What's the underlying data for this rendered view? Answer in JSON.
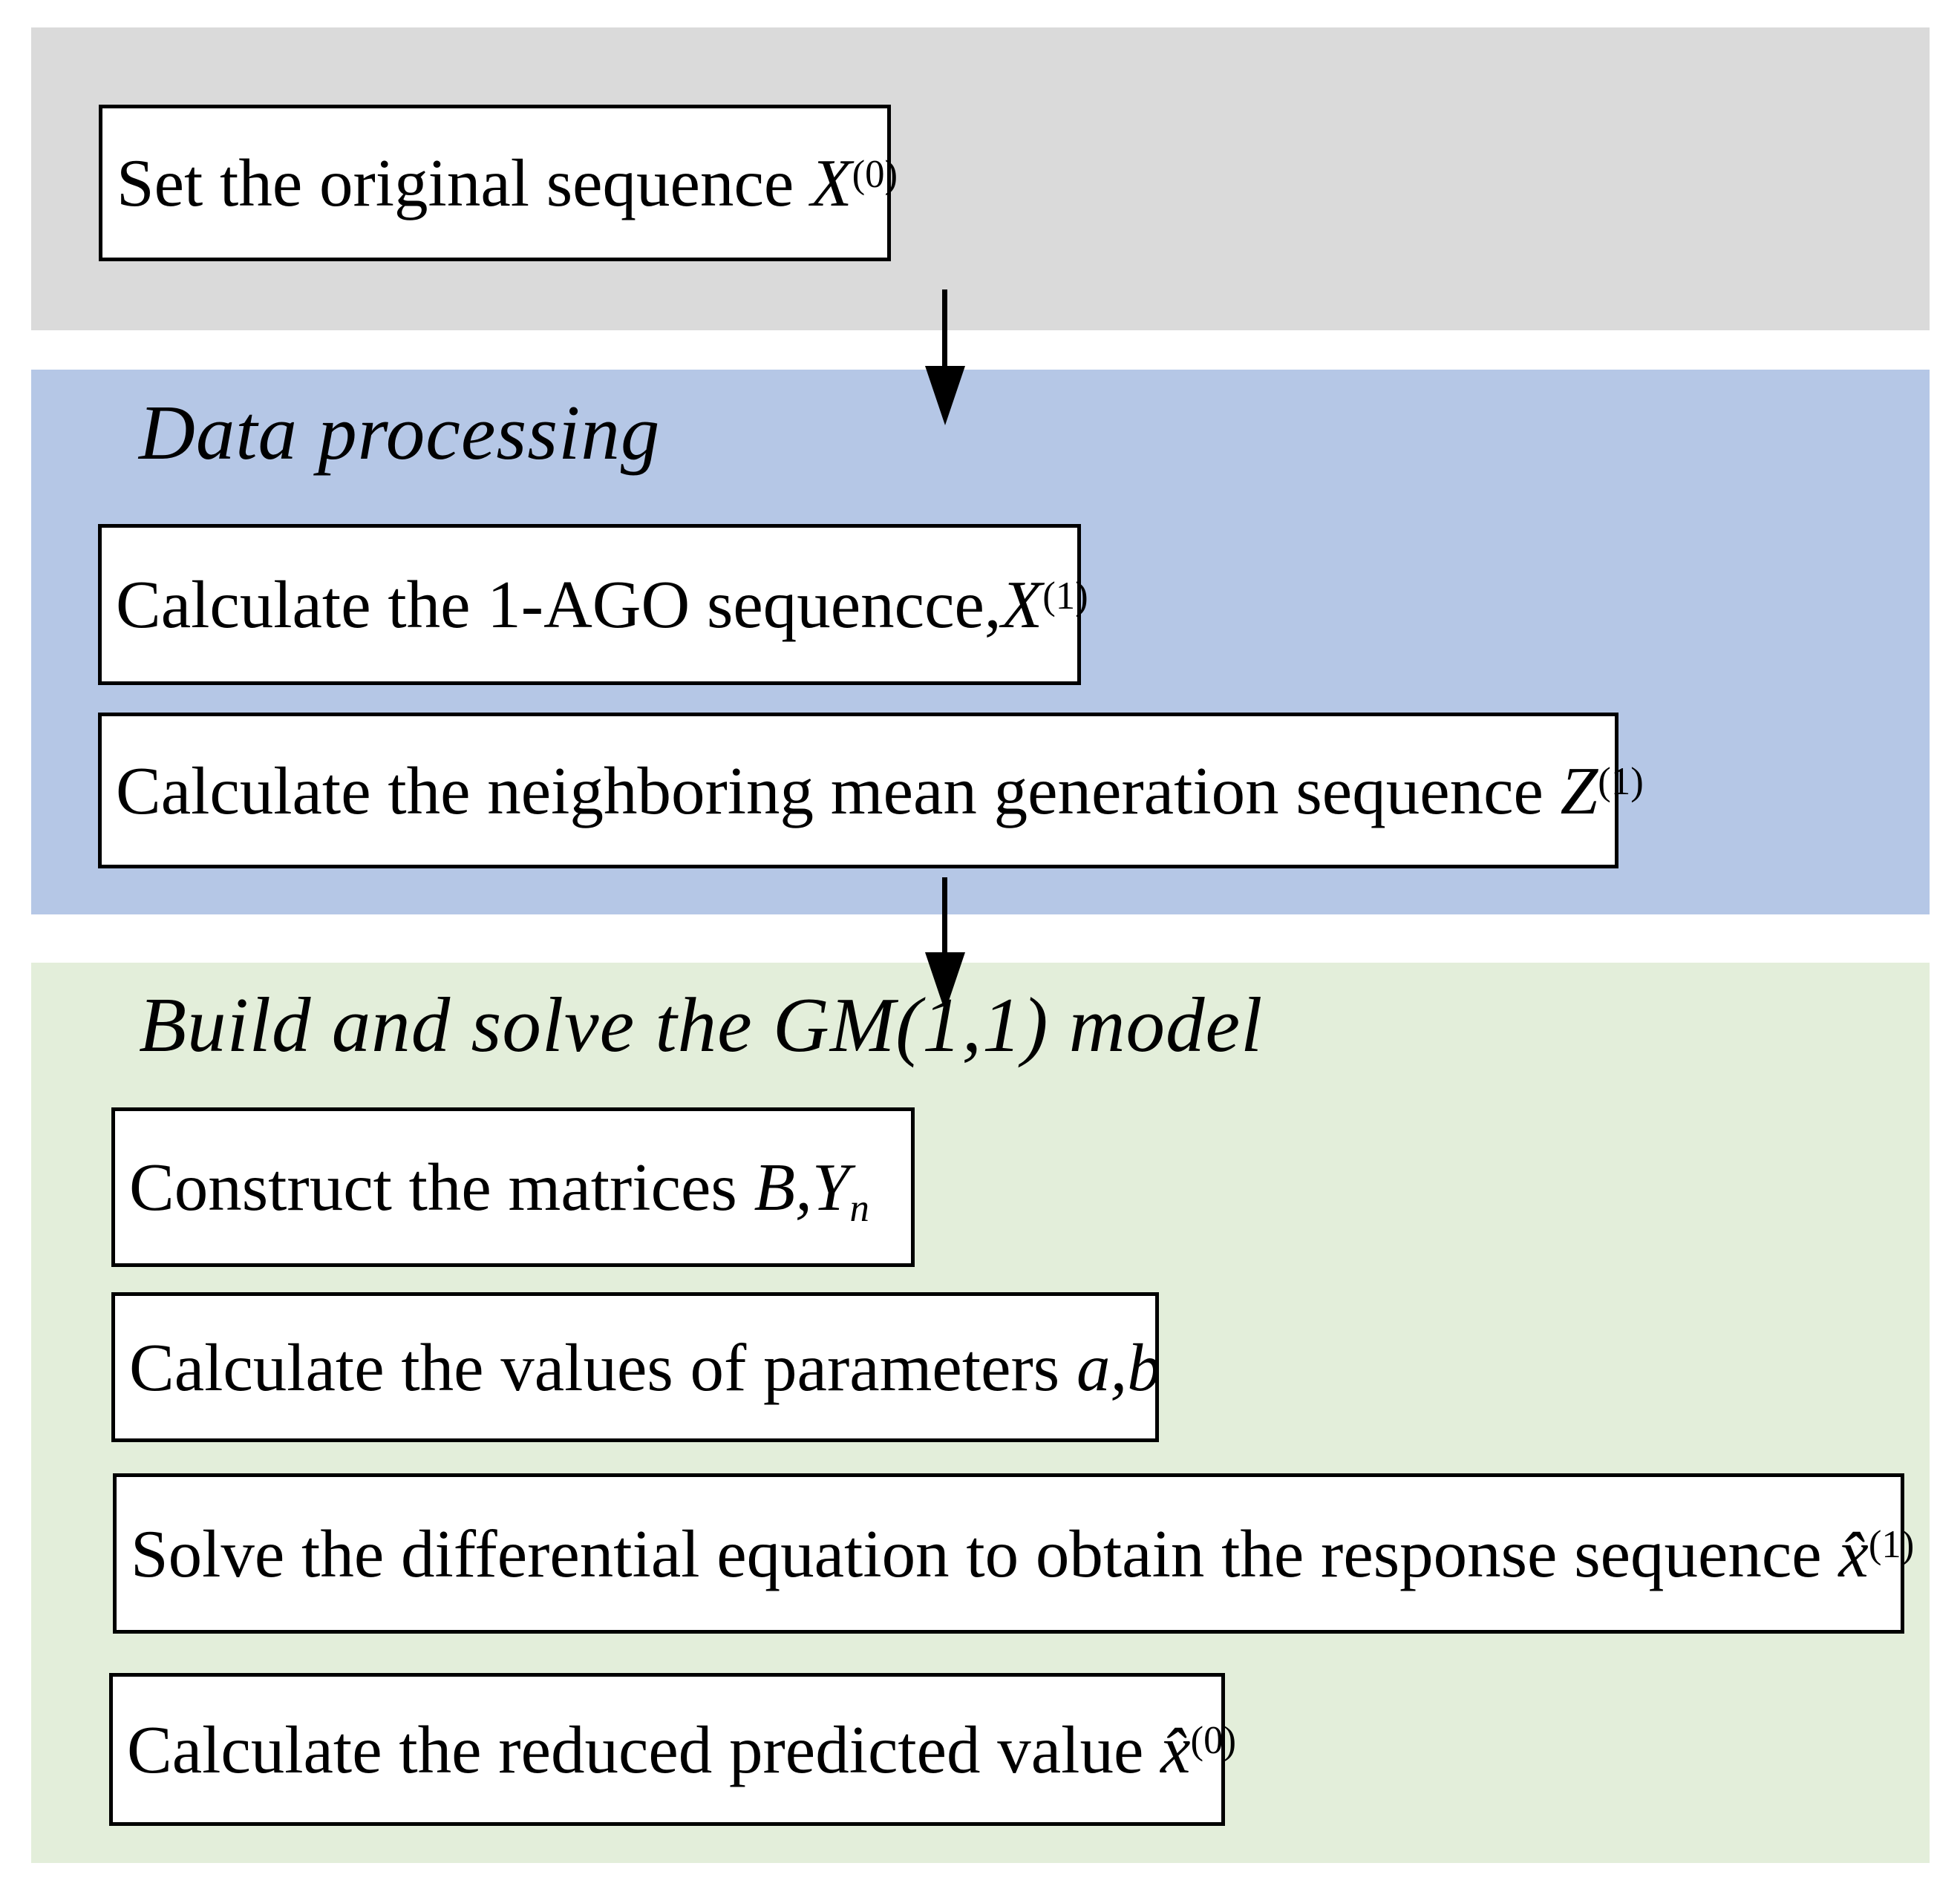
{
  "figure": {
    "type": "flowchart",
    "colors": {
      "stage1_bg": "#dadada",
      "stage2_bg": "#b5c7e6",
      "stage3_bg": "#e3eeda",
      "node_bg": "#ffffff",
      "node_border": "#000000",
      "arrow": "#000000"
    }
  },
  "stages": [
    {
      "title": ""
    },
    {
      "title": "Data processing"
    },
    {
      "title": "Build and solve the GM(1,1) model"
    }
  ],
  "nodes": [
    {
      "prefix": "Set the original sequence ",
      "var": "X",
      "sup": "(0)"
    },
    {
      "prefix": "Calculate the 1-AGO sequencce,",
      "var": "X",
      "sup": "(1)"
    },
    {
      "prefix": "Calculate the neighboring mean generation sequence ",
      "var": "Z",
      "sup": "(1)"
    },
    {
      "prefix": "Construct the matrices ",
      "var": "B,Y",
      "sub": "n"
    },
    {
      "prefix": "Calculate the values of parameters ",
      "var": "a,b"
    },
    {
      "prefix": "Solve the differential equation to obtain the response sequence ",
      "var": "x̂",
      "sup": "(1)"
    },
    {
      "prefix": "Calculate the reduced predicted value ",
      "var": "x̂",
      "sup": "(0)"
    }
  ]
}
